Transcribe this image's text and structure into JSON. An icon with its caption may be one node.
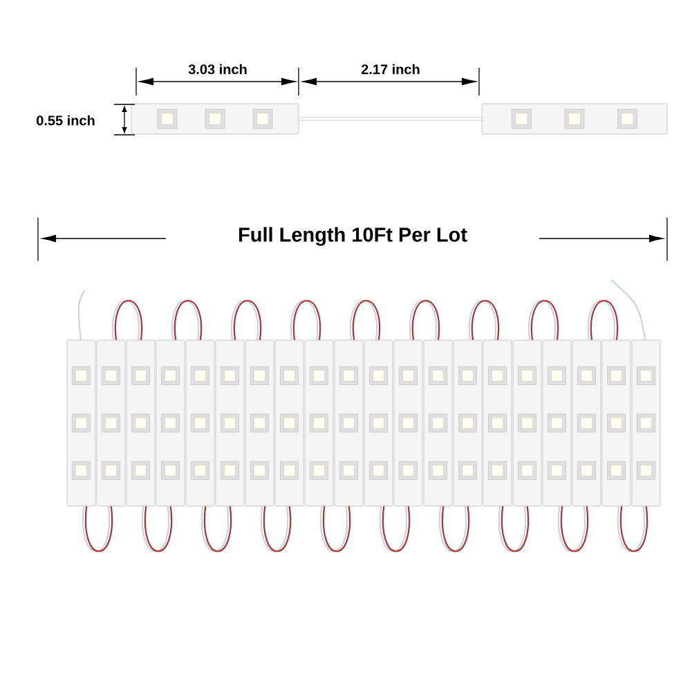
{
  "diagram": {
    "labels": [
      "3.03 inch",
      "2.17 inch",
      "0.55 inch",
      "Full Length 10Ft Per Lot"
    ]
  }
}
